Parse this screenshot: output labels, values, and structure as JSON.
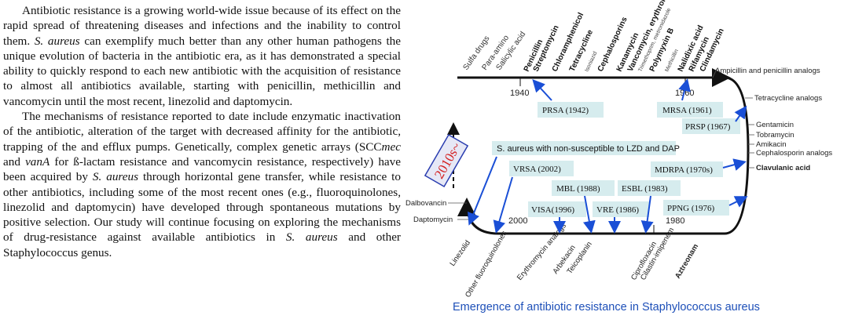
{
  "paragraph1": {
    "s1": "Antibiotic resistance is a growing world-wide issue because of its effect on the rapid spread of threatening diseases and infections and the inability to control them. ",
    "italic1": "S. aureus",
    "s2": " can exemplify much better than any other human pathogens the unique evolution of  bacteria in the antibiotic era, as it has demonstrated a special ability to quickly respond to each new antibiotic with the acquisition of resistance to almost all antibiotics available, starting with penicillin, methicillin and vancomycin until the most recent, linezolid and daptomycin."
  },
  "paragraph2": {
    "s1": "The mechanisms of resistance reported to date include enzymatic inactivation of the antibiotic, alteration of the target with decreased affinity for the antibiotic, trapping of the and efflux pumps. Genetically, complex genetic arrays (SCC",
    "italic1": "mec",
    "s2": " and ",
    "italic2": "vanA",
    "s3": " for ß-lactam resistance and vancomycin resistance, respectively) have been acquired by ",
    "italic3": "S. aureus",
    "s4": " through horizontal gene transfer, while resistance to other antibiotics, including some of the most recent ones (e.g., fluoroquinolones, linezolid and daptomycin) have developed through spontaneous mutations by positive selection.  Our study will continue focusing on exploring the mechanisms of drug-resistance against available antibiotics in ",
    "italic4": "S. aureus",
    "s5": " and other Staphylococcus genus."
  },
  "figure": {
    "title": "Emergence of antibiotic resistance in Staphylococcus aureus",
    "top_drugs_light": [
      "Sulfa drugs",
      "Para-amino",
      "Salicylic acid"
    ],
    "top_drugs_bold": [
      "Penicillin",
      "Streptomycin",
      "Chloramphenicol",
      "Tetracycline"
    ],
    "top_drug_isoniazid": "Isoniazid",
    "top_drugs_bold2": [
      "Cephalosporins",
      "Kanamycin",
      "Vancomycin, erythromycin"
    ],
    "top_drug_small": "Trimethoprim, metronidazole",
    "top_drugs_bold3": [
      "Polymyxin B"
    ],
    "top_drug_methicillin": "Methicillin",
    "top_drugs_bold4": [
      "Nalidixic acid",
      "Rifamycin",
      "Clindamycin"
    ],
    "right_labels": [
      "Ampicillin and penicillin analogs",
      "Tetracycline analogs",
      "Gentamicin",
      "Tobramycin",
      "Amikacin",
      "Cephalosporin analogs",
      "Clavulanic acid"
    ],
    "left_labels": [
      "Dalbovancin",
      "Daptomycin"
    ],
    "bottom_labels": [
      "Linezolid",
      "Other fluoroquinolones",
      "Erythromycin analogs",
      "Arbekacin",
      "Teicoplanin",
      "Ciprofloxacin",
      "Cilastin-imipenem",
      "Aztreonam"
    ],
    "years": [
      "1940",
      "1960",
      "2000",
      "1980"
    ],
    "boxes": {
      "prsa": "PRSA (1942)",
      "mrsa": "MRSA (1961)",
      "prsp": "PRSP (1967)",
      "nonsus": "S. aureus with non-susceptible to LZD and DAP",
      "vrsa": "VRSA (2002)",
      "mdrpa": "MDRPA (1970s)",
      "mbl": "MBL (1988)",
      "esbl": "ESBL (1983)",
      "visa": "VISA(1996)",
      "vre": "VRE (1986)",
      "ppng": "PPNG (1976)"
    },
    "stamp": "2010s~"
  }
}
